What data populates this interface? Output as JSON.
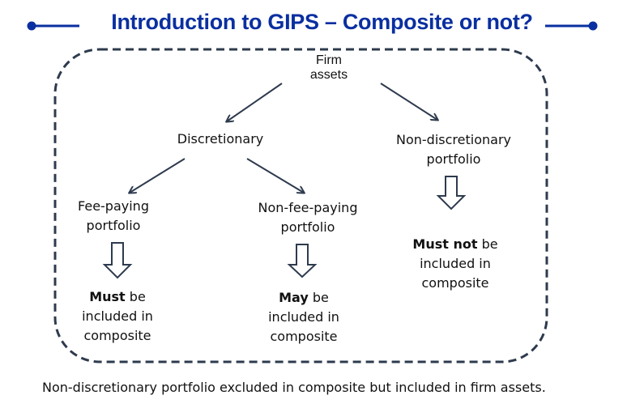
{
  "title": "Introduction to GIPS – Composite or not?",
  "colors": {
    "title": "#0a2fa0",
    "lines": "#2e3b4e"
  },
  "nodes": {
    "firm_assets": [
      "Firm",
      "assets"
    ],
    "discretionary": "Discretionary",
    "non_discretionary": [
      "Non-discretionary",
      "portfolio"
    ],
    "fee_paying": [
      "Fee-paying",
      "portfolio"
    ],
    "non_fee_paying": [
      "Non-fee-paying",
      "portfolio"
    ]
  },
  "outcomes": {
    "fee_paying": {
      "bold": "Must",
      "rest": " be",
      "line2": "included in",
      "line3": "composite"
    },
    "non_fee_paying": {
      "bold": "May",
      "rest": " be",
      "line2": "included in",
      "line3": "composite"
    },
    "non_discretionary": {
      "bold": "Must not",
      "rest": " be",
      "line2": "included in",
      "line3": "composite"
    }
  },
  "footer": "Non-discretionary portfolio excluded in composite but included in firm assets."
}
